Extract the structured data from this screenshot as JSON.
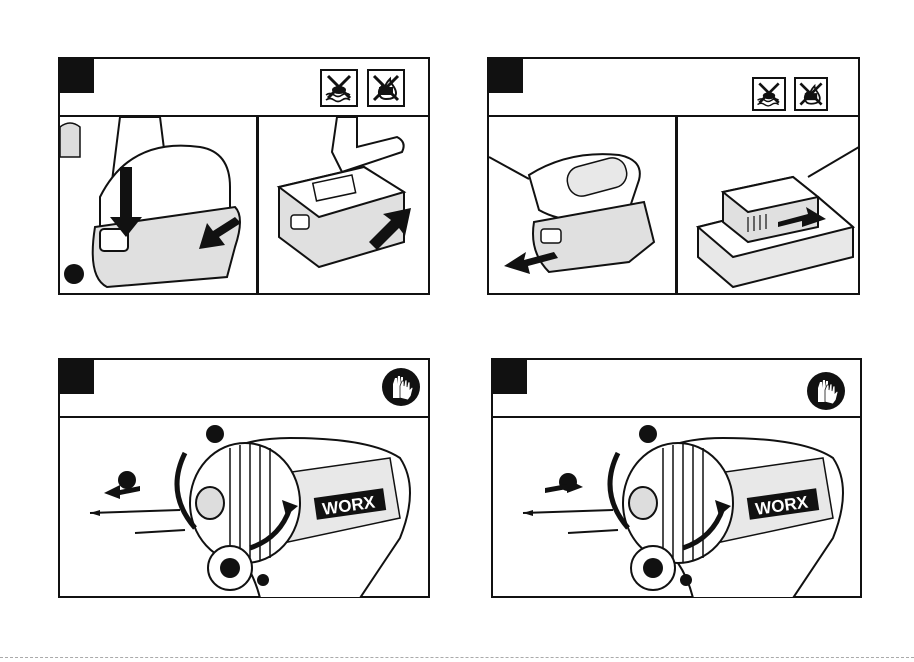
{
  "panels": [
    {
      "id": "battery-removal",
      "step_number": "",
      "icons": [
        "no-water-icon",
        "no-fire-icon"
      ],
      "callouts": [
        "",
        ""
      ]
    },
    {
      "id": "battery-charging",
      "step_number": "",
      "icons": [
        "no-water-icon",
        "no-fire-icon"
      ],
      "callouts": []
    },
    {
      "id": "bit-removal",
      "step_number": "",
      "icons": [
        "gloves-icon"
      ],
      "callouts": [
        "",
        "",
        ""
      ],
      "logo": "WORX"
    },
    {
      "id": "bit-insertion",
      "step_number": "",
      "icons": [
        "gloves-icon"
      ],
      "callouts": [
        "",
        "",
        ""
      ],
      "logo": "WORX"
    }
  ],
  "colors": {
    "ink": "#111111",
    "paper": "#ffffff",
    "shade": "#cfcfcf"
  }
}
